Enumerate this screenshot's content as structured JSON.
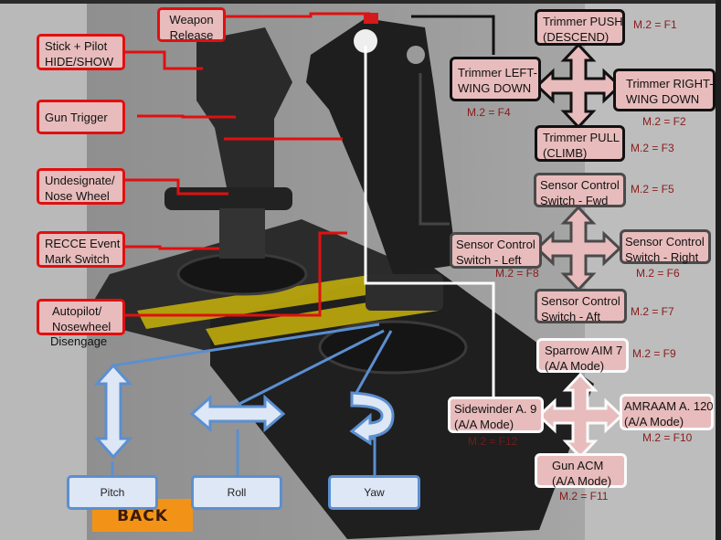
{
  "left_callouts": [
    {
      "id": "weapon-release",
      "label_line1": "Weapon",
      "label_line2": "Release"
    },
    {
      "id": "stick-pilot",
      "label_line1": "Stick + Pilot",
      "label_line2": "HIDE/SHOW"
    },
    {
      "id": "gun-trigger",
      "label_line1": "Gun Trigger",
      "label_line2": ""
    },
    {
      "id": "undesignate",
      "label_line1": "Undesignate/",
      "label_line2": "Nose Wheel"
    },
    {
      "id": "recce",
      "label_line1": "RECCE Event",
      "label_line2": "Mark Switch"
    },
    {
      "id": "autopilot",
      "label_line1": "Autopilot/",
      "label_line2": "Nosewheel",
      "label_line3": "Disengage"
    }
  ],
  "trimmer_hat": {
    "up": {
      "line1": "Trimmer PUSH",
      "line2": "(DESCEND)",
      "key": "M.2 = F1"
    },
    "right": {
      "line1": "Trimmer RIGHT-",
      "line2": "WING DOWN",
      "key": "M.2 = F2"
    },
    "down": {
      "line1": "Trimmer PULL",
      "line2": "(CLIMB)",
      "key": "M.2 = F3"
    },
    "left": {
      "line1": "Trimmer LEFT-",
      "line2": "WING DOWN",
      "key": "M.2 = F4"
    }
  },
  "sensor_hat": {
    "up": {
      "line1": "Sensor Control",
      "line2": "Switch - Fwd",
      "key": "M.2 = F5"
    },
    "right": {
      "line1": "Sensor Control",
      "line2": "Switch - Right",
      "key": "M.2 = F6"
    },
    "down": {
      "line1": "Sensor Control",
      "line2": "Switch - Aft",
      "key": "M.2 = F7"
    },
    "left": {
      "line1": "Sensor Control",
      "line2": "Switch - Left",
      "key": "M.2 = F8"
    }
  },
  "weapon_hat": {
    "up": {
      "line1": "Sparrow AIM 7",
      "line2": "(A/A Mode)",
      "key": "M.2 = F9"
    },
    "right": {
      "line1": "AMRAAM A. 120",
      "line2": "(A/A Mode)",
      "key": "M.2 = F10"
    },
    "down": {
      "line1": "Gun ACM",
      "line2": "(A/A Mode)",
      "key": "M.2 = F11"
    },
    "left": {
      "line1": "Sidewinder A. 9",
      "line2": "(A/A Mode)",
      "key": "M.2 = F12"
    }
  },
  "axes": {
    "pitch": "Pitch",
    "roll": "Roll",
    "yaw": "Yaw"
  },
  "back_button": "BACK",
  "colors": {
    "red_callout": "#e01010",
    "box_fill": "#e8bcbc",
    "axis_blue": "#5b8fd0",
    "fkey": "#8b1a1a",
    "back": "#f29318"
  }
}
